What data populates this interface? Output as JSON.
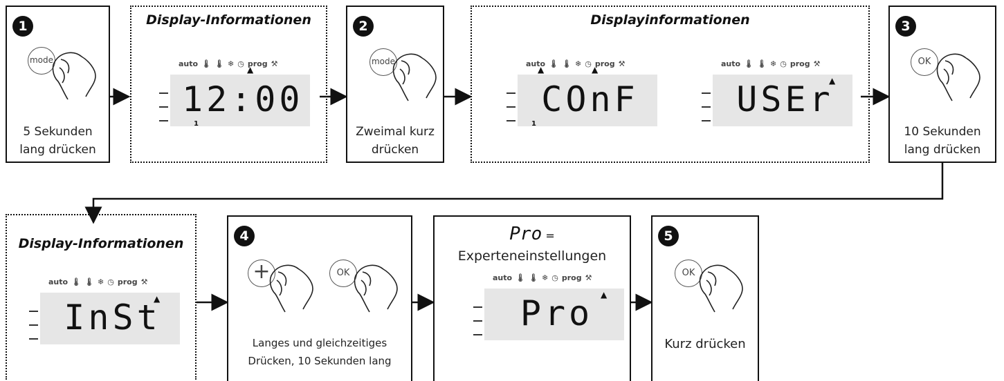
{
  "steps": {
    "s1": {
      "number": "1",
      "button": "mode",
      "caption_line1": "5 Sekunden",
      "caption_line2": "lang drücken"
    },
    "d1": {
      "title": "Display-Informationen",
      "display": "12:00"
    },
    "s2": {
      "number": "2",
      "button": "mode",
      "caption_line1": "Zweimal kurz",
      "caption_line2": "drücken"
    },
    "d2": {
      "title": "Displayinformationen",
      "display_a": "COnF",
      "display_b": "USEr"
    },
    "s3": {
      "number": "3",
      "button": "OK",
      "caption_line1": "10 Sekunden",
      "caption_line2": "lang drücken"
    },
    "d3": {
      "title": "Display-Informationen",
      "display": "InSt"
    },
    "s4": {
      "number": "4",
      "button_a": "+",
      "button_b": "OK",
      "caption_line1": "Langes und gleichzeitiges",
      "caption_line2": "Drücken, 10 Sekunden lang"
    },
    "pro": {
      "heading_code": "Pro",
      "heading_eq": "=",
      "heading_text": "Experteneinstellungen",
      "display": "Pro"
    },
    "s5": {
      "number": "5",
      "button": "OK",
      "caption": "Kurz drücken"
    }
  },
  "lcd_icons": {
    "auto": "auto",
    "prog": "prog",
    "digit_one": "1"
  }
}
